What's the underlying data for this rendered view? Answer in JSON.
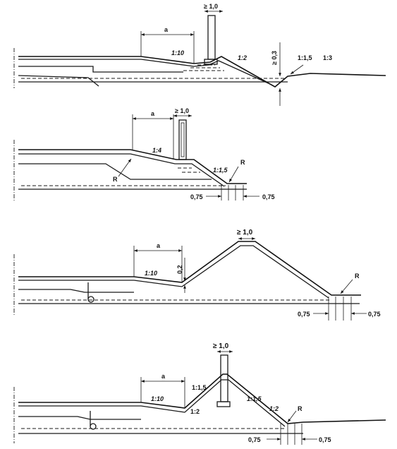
{
  "panels": [
    {
      "id": "a",
      "labels": {
        "berm": "a",
        "crest_width": "≥ 1,0",
        "slope_berm": "1:10",
        "slope_outer": "1:2",
        "ditch_depth": "≥ 0,3",
        "ditch_slope_inner": "1:1,5",
        "ditch_slope_outer": "1:3"
      }
    },
    {
      "id": "b",
      "labels": {
        "berm": "a",
        "crest_width": "≥ 1,0",
        "slope_berm": "1:4",
        "slope_outer": "1:1,5",
        "radius_inner": "R",
        "radius_toe": "R",
        "offset_left": "0,75",
        "offset_right": "0,75"
      }
    },
    {
      "id": "c",
      "labels": {
        "berm": "a",
        "crest_width": "≥ 1,0",
        "slope_berm": "1:10",
        "step_height": "0,2",
        "radius_toe": "R",
        "offset_left": "0,75",
        "offset_right": "0,75"
      }
    },
    {
      "id": "d",
      "labels": {
        "berm": "a",
        "crest_width": "≥ 1,0",
        "slope_berm": "1:10",
        "slope_inner_upper": "1:1,5",
        "slope_inner_lower": "1:2",
        "slope_outer_upper": "1:1,5",
        "slope_outer_lower": "1:2",
        "radius_toe": "R",
        "offset_left": "0,75",
        "offset_right": "0,75"
      }
    }
  ]
}
